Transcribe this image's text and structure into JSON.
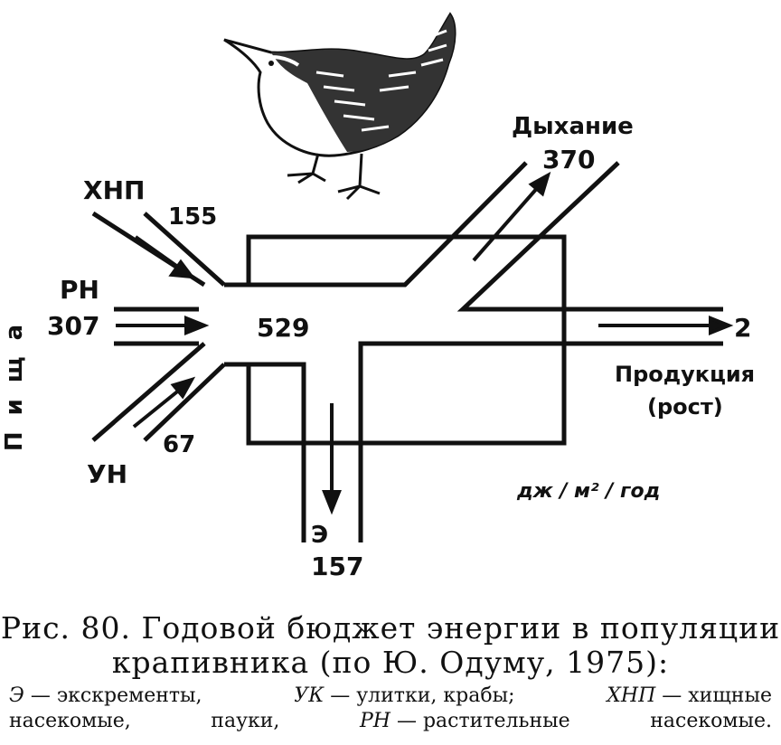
{
  "figure": {
    "labels": {
      "food_vertical": "Пища",
      "input_hnp": {
        "name": "ХНП",
        "value": "155"
      },
      "input_rn": {
        "name": "РН",
        "value": "307"
      },
      "input_un": {
        "name": "УН",
        "value": "67"
      },
      "intake_total": "529",
      "respiration": {
        "name": "Дыхание",
        "value": "370"
      },
      "production": {
        "value": "2",
        "name_line1": "Продукция",
        "name_line2": "(рост)"
      },
      "excrement": {
        "name": "Э",
        "value": "157"
      },
      "units": "дж / м² / год"
    }
  },
  "caption": {
    "title_line1": "Рис. 80. Годовой бюджет энергии в популяции",
    "title_line2": "крапивника (по Ю. Одуму, 1975):",
    "legend": {
      "e_abbr": "Э",
      "e_text": "— экскременты,",
      "uk_abbr": "УК",
      "uk_text": "— улитки, крабы;",
      "hnp_abbr": "ХНП",
      "hnp_text": "— хищные",
      "line2_a": "насекомые,",
      "line2_b": "пауки,",
      "rn_abbr": "РН",
      "rn_text": "— растительные",
      "line2_c": "насекомые."
    }
  }
}
